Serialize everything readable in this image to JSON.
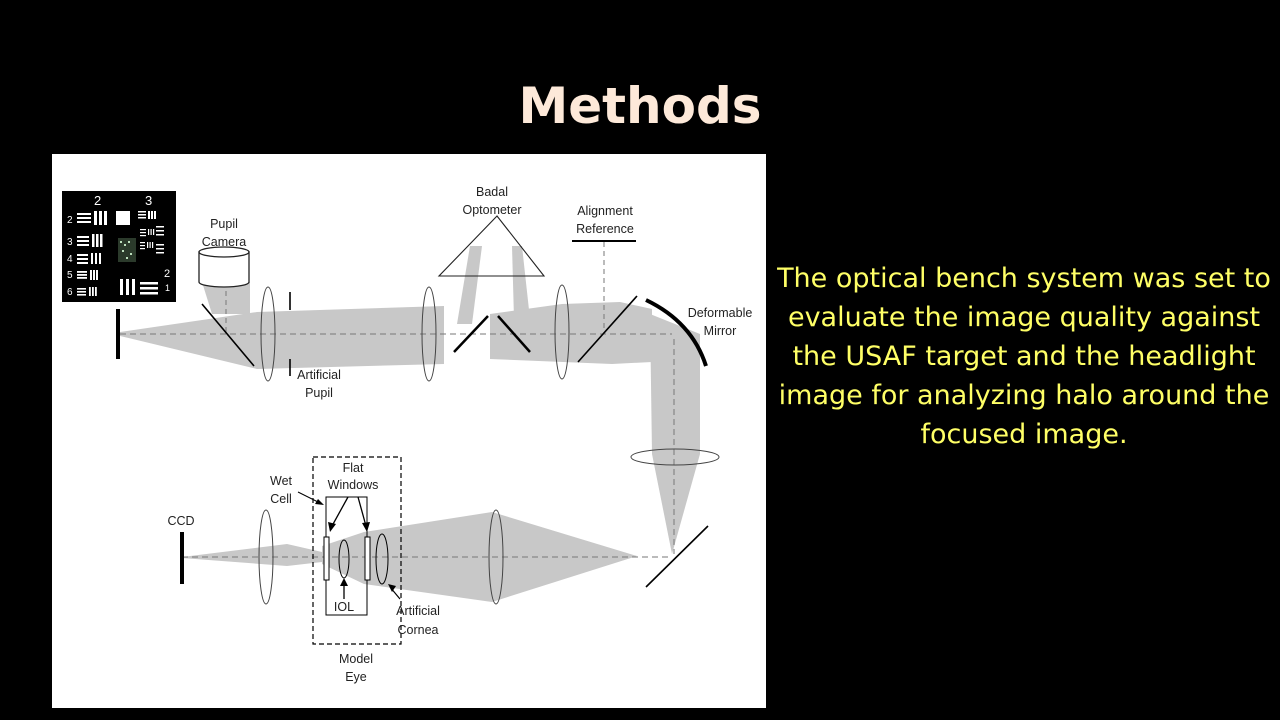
{
  "slide": {
    "title": "Methods",
    "body": "The optical bench system was set to evaluate the image quality against the USAF target and the headlight image for analyzing halo around the focused image.",
    "colors": {
      "background": "#000000",
      "title": "#fde9d9",
      "body": "#ffff66",
      "beam": "#c8c8c8"
    }
  },
  "diagram": {
    "usaf_target": {
      "group_top": [
        "2",
        "3"
      ],
      "element_left": [
        "2",
        "3",
        "4",
        "5",
        "6"
      ],
      "element_right": [
        "2",
        "1"
      ]
    },
    "labels": {
      "pupil_camera_1": "Pupil",
      "pupil_camera_2": "Camera",
      "badal_1": "Badal",
      "badal_2": "Optometer",
      "alignment_1": "Alignment",
      "alignment_2": "Reference",
      "deformable_1": "Deformable",
      "deformable_2": "Mirror",
      "art_pupil_1": "Artificial",
      "art_pupil_2": "Pupil",
      "wet_cell_1": "Wet",
      "wet_cell_2": "Cell",
      "flat_windows_1": "Flat",
      "flat_windows_2": "Windows",
      "ccd": "CCD",
      "iol": "IOL",
      "art_cornea_1": "Artificial",
      "art_cornea_2": "Cornea",
      "model_eye_1": "Model",
      "model_eye_2": "Eye"
    }
  }
}
